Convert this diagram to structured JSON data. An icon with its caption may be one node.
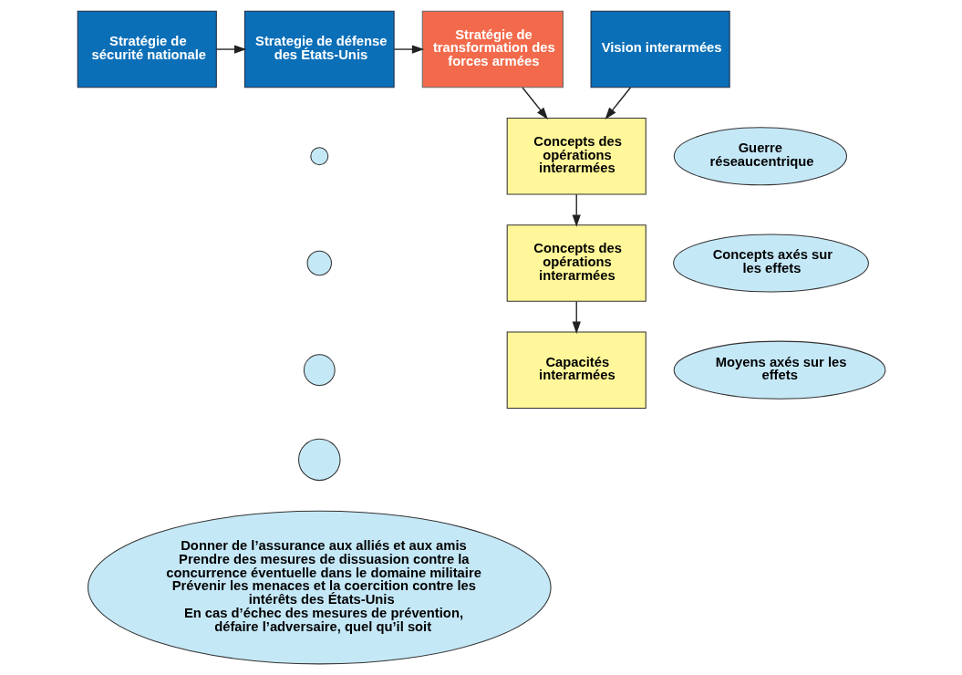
{
  "diagram": {
    "nodes": [
      {
        "text": [
          "Stratégie de sécurité nationale"
        ]
      },
      {
        "text": [
          "Strategie de défense des États-Unis"
        ]
      },
      {
        "text": [
          "Stratégie de transformation des forces armées"
        ]
      },
      {
        "text": [
          "Vision interarmées"
        ]
      },
      {
        "text": [
          "Concepts des opérations interarmées"
        ]
      },
      {
        "text": [
          "Guerre réseaucentrique"
        ]
      },
      {
        "text": [
          "Concepts des opérations interarmées"
        ]
      },
      {
        "text": [
          "Concepts axés sur les effets"
        ]
      },
      {
        "text": [
          "Capacités interarmées"
        ]
      },
      {
        "text": [
          "Moyens axés sur les effets"
        ]
      },
      {
        "text": [],
        "shape": "circle"
      },
      {
        "text": [],
        "shape": "circle"
      },
      {
        "text": [],
        "shape": "circle"
      },
      {
        "text": [],
        "shape": "circle"
      },
      {
        "text": [
          "Donner de l’assurance aux alliés et aux amis",
          "Prendre des mesures de dissuasion contre la concurrence éventuelle dans le domaine militaire",
          "Prévenir les menaces et la coercition contre les intérêts des États-Unis",
          "En cas d’échec des mesures de prévention, défaire l’adversaire, quel qu’il soit"
        ]
      }
    ],
    "edges": [
      {
        "from": 0,
        "to": 1,
        "arrow": "to"
      },
      {
        "from": 1,
        "to": 2,
        "arrow": "to"
      },
      {
        "from": 2,
        "to": 4,
        "arrow": "to"
      },
      {
        "from": 3,
        "to": 4,
        "arrow": "to"
      },
      {
        "from": 4,
        "to": 6,
        "arrow": "to"
      },
      {
        "from": 6,
        "to": 8,
        "arrow": "to"
      }
    ]
  }
}
